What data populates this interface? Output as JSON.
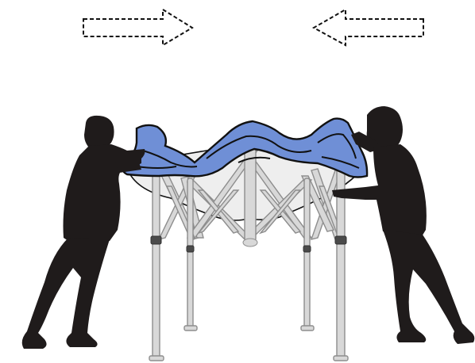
{
  "illustration": {
    "subject": "two-people-opening-canopy-tent",
    "colors": {
      "background": "#ffffff",
      "silhouette": "#1f1b1b",
      "canopy_fill": "#6f8fd6",
      "canopy_outline": "#111111",
      "canopy_underside": "#eeeeee",
      "frame_fill": "#d8d8d8",
      "frame_outline": "#8d8d8d",
      "arrow_outline": "#111111"
    },
    "arrows": [
      {
        "name": "push-right-arrow",
        "direction": "right",
        "style": "dashed-outline"
      },
      {
        "name": "push-left-arrow",
        "direction": "left",
        "style": "dashed-outline"
      }
    ],
    "figures": [
      {
        "name": "left-person",
        "action": "pushing-frame-inward"
      },
      {
        "name": "right-person",
        "action": "pushing-frame-inward"
      }
    ],
    "tent": {
      "legs_visible": 4,
      "frame": "scissor-truss",
      "canopy_state": "draped-partially-opened"
    }
  }
}
